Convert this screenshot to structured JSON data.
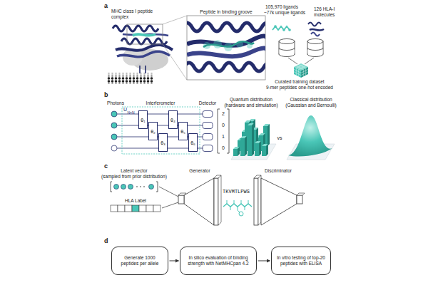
{
  "diagram": {
    "nodes": [
      {
        "text": [
          "θ₁"
        ]
      },
      {
        "text": [
          "θ₂"
        ]
      },
      {
        "text": [
          "θ₃"
        ]
      },
      {
        "text": [
          "θ₄"
        ]
      },
      {
        "text": [
          "θ₅"
        ]
      },
      {
        "text": [
          "θ₆"
        ]
      },
      {
        "text": [
          "Generate 1000 peptides per allele"
        ]
      },
      {
        "text": [
          "In silico evaluation of binding strength with NetMHCpan 4.2"
        ]
      },
      {
        "text": [
          "In vitro testing of top-20 peptides with ELISA"
        ]
      }
    ],
    "edges": [
      {
        "from": 6,
        "to": 7,
        "arrow": "to"
      },
      {
        "from": 7,
        "to": 8,
        "arrow": "to"
      }
    ],
    "labels": [
      "a",
      "MHC class I peptide complex",
      "Peptide in binding groove",
      "105,970 ligands",
      "~77k unique ligands",
      "126 HLA-I molecules",
      "Curated training dataset",
      "9-mer peptides one-hot encoded",
      "b",
      "Photons",
      "Interferometer",
      "Detector",
      "Quantum distribution",
      "(hardware and simulation)",
      "vs",
      "Classical distribution",
      "(Gaussian and Bernoulli)",
      "U",
      "N×N",
      "2",
      "0",
      "1",
      "0",
      "c",
      "Latent vector",
      "(sampled from prior distribution)",
      "HLA Label",
      "Generator",
      "Discriminator",
      "TKVMTLPWS",
      "d"
    ]
  }
}
